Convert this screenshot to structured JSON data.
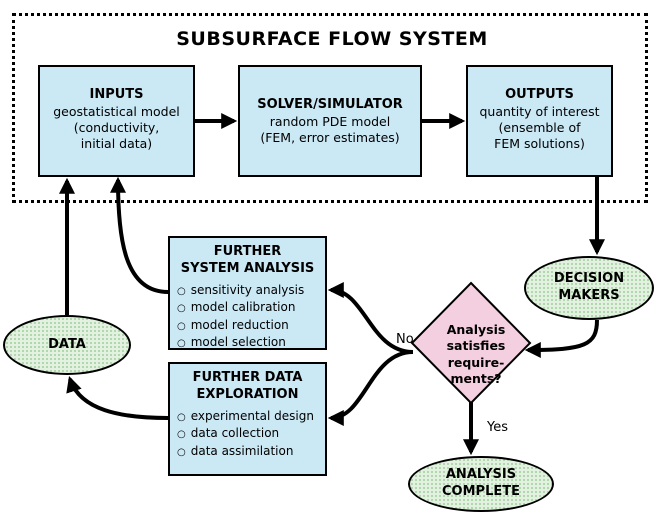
{
  "system": {
    "title": "SUBSURFACE FLOW SYSTEM"
  },
  "inputs": {
    "title": "INPUTS",
    "lines": [
      "geostatistical model",
      "(conductivity,",
      "initial data)"
    ]
  },
  "solver": {
    "title": "SOLVER/SIMULATOR",
    "lines": [
      "random PDE model",
      "(FEM, error estimates)"
    ]
  },
  "outputs": {
    "title": "OUTPUTS",
    "lines": [
      "quantity of interest",
      "(ensemble of",
      "FEM solutions)"
    ]
  },
  "system_analysis": {
    "title_lines": [
      "FURTHER",
      "SYSTEM ANALYSIS"
    ],
    "items": [
      "sensitivity analysis",
      "model calibration",
      "model reduction",
      "model selection"
    ]
  },
  "data_exploration": {
    "title_lines": [
      "FURTHER DATA",
      "EXPLORATION"
    ],
    "items": [
      "experimental design",
      "data collection",
      "data assimilation"
    ]
  },
  "decision_makers": {
    "lines": [
      "DECISION",
      "MAKERS"
    ]
  },
  "data_node": {
    "label": "DATA"
  },
  "decision": {
    "lines": [
      "Analysis",
      "satisfies",
      "require-",
      "ments?"
    ]
  },
  "analysis_complete": {
    "lines": [
      "ANALYSIS",
      "COMPLETE"
    ]
  },
  "edges": {
    "no_label": "No",
    "yes_label": "Yes"
  },
  "colors": {
    "box_fill": "#cbe8f5",
    "oval_fill": "#e3f2e0",
    "diamond_fill": "#f4cfe0",
    "stroke": "#000000"
  }
}
